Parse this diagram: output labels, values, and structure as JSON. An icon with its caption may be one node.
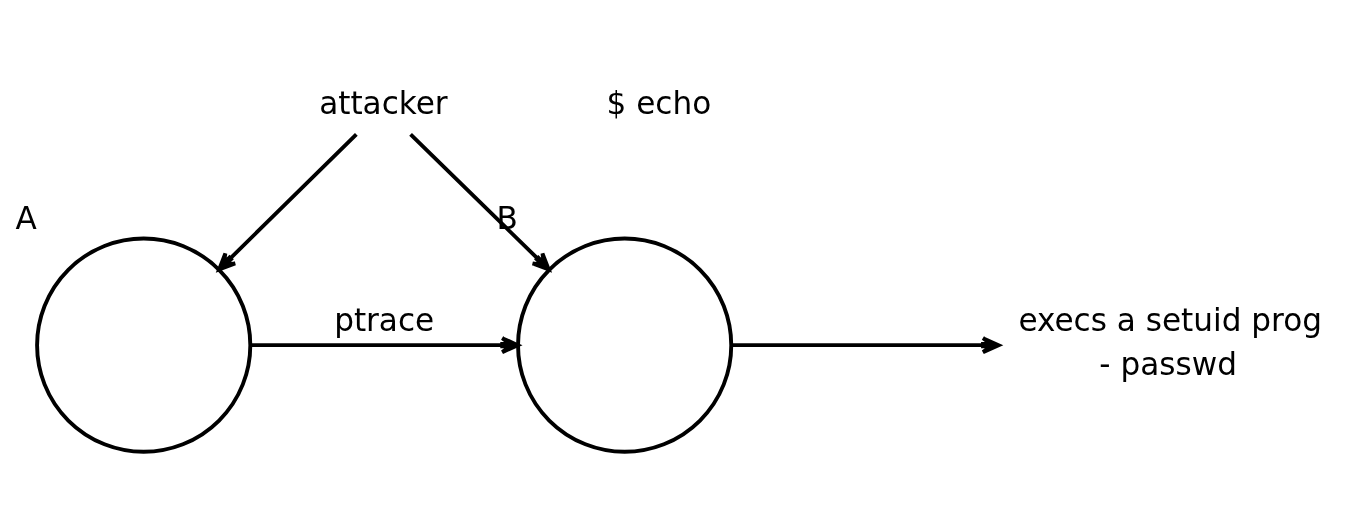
{
  "diagram": {
    "nodes": [
      {
        "text": [
          "attacker"
        ]
      },
      {
        "text": [
          "A"
        ]
      },
      {
        "text": [
          "B"
        ]
      },
      {
        "text": [
          "execs a setuid prog"
        ],
        "beside": [
          "- passwd"
        ]
      }
    ],
    "edges": [
      {
        "from": 0,
        "to": 1,
        "arrow": "to"
      },
      {
        "from": 0,
        "to": 2,
        "arrow": "to"
      },
      {
        "from": 1,
        "to": 2,
        "arrow": "to",
        "label": "ptrace"
      },
      {
        "from": 2,
        "to": 3,
        "arrow": "to"
      }
    ],
    "labels": [
      "$ echo"
    ]
  }
}
